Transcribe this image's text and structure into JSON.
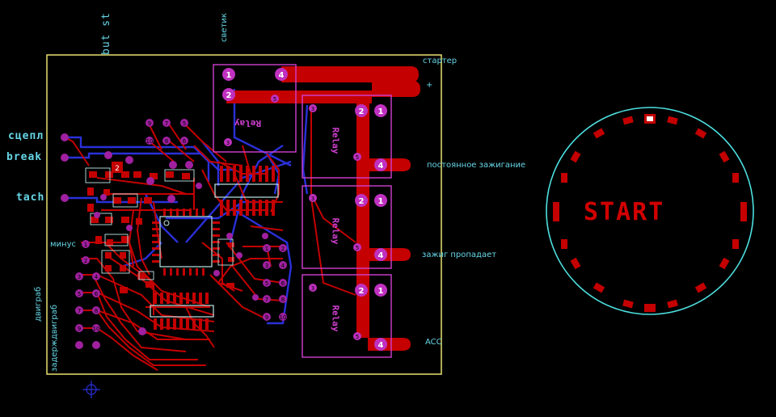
{
  "labels": {
    "starter": "стартер",
    "plus": "+",
    "constant_ignition": "постоянное зажигание",
    "ignition_drops": "зажиг пропадает",
    "acc": "ACC",
    "svetik": "светик",
    "but_st": "but st",
    "sucpa": "сцепл",
    "break": "break",
    "tach": "tach",
    "minus": "минус",
    "engine_run": "двиграб",
    "delay_engine_run": "задерждвиграб"
  },
  "relays": [
    {
      "text": "Relay"
    },
    {
      "text": "Relay"
    },
    {
      "text": "Relay"
    },
    {
      "text": "Relay"
    }
  ],
  "start_button": {
    "text": "START"
  },
  "colors": {
    "background": "#000000",
    "board_outline": "#e8e070",
    "top_copper": "#c40000",
    "bottom_copper": "#2a30d8",
    "silkscreen": "#d040d0",
    "pad": "#c030c0",
    "label": "#66d6e6"
  }
}
